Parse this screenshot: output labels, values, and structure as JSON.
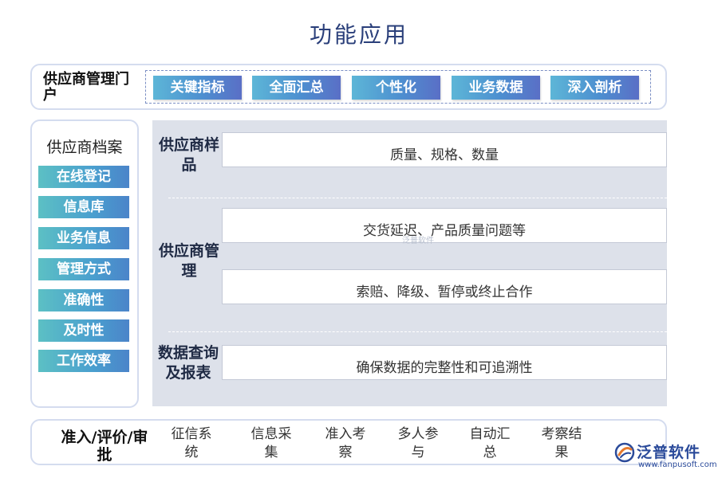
{
  "title": "功能应用",
  "portal": {
    "label": "供应商管理门户",
    "buttons": [
      "关键指标",
      "全面汇总",
      "个性化",
      "业务数据",
      "深入剖析"
    ]
  },
  "archive": {
    "title": "供应商档案",
    "items": [
      "在线登记",
      "信息库",
      "业务信息",
      "管理方式",
      "准确性",
      "及时性",
      "工作效率"
    ]
  },
  "main": {
    "sections": [
      {
        "label": "供应商样品",
        "descriptions": [
          "质量、规格、数量"
        ]
      },
      {
        "label": "供应商管理",
        "descriptions": [
          "交货延迟、产品质量问题等",
          "索赔、降级、暂停或终止合作"
        ]
      },
      {
        "label": "数据查询及报表",
        "descriptions": [
          "确保数据的完整性和可追溯性"
        ]
      }
    ],
    "watermark": "泛普软件"
  },
  "bottom": {
    "label": "准入/评价/审批",
    "items": [
      "征信系统",
      "信息采集",
      "准入考察",
      "多人参与",
      "自动汇总",
      "考察结果"
    ]
  },
  "brand": {
    "name": "泛普软件",
    "url": "www.fanpusoft.com",
    "color": "#2a4a9a"
  }
}
